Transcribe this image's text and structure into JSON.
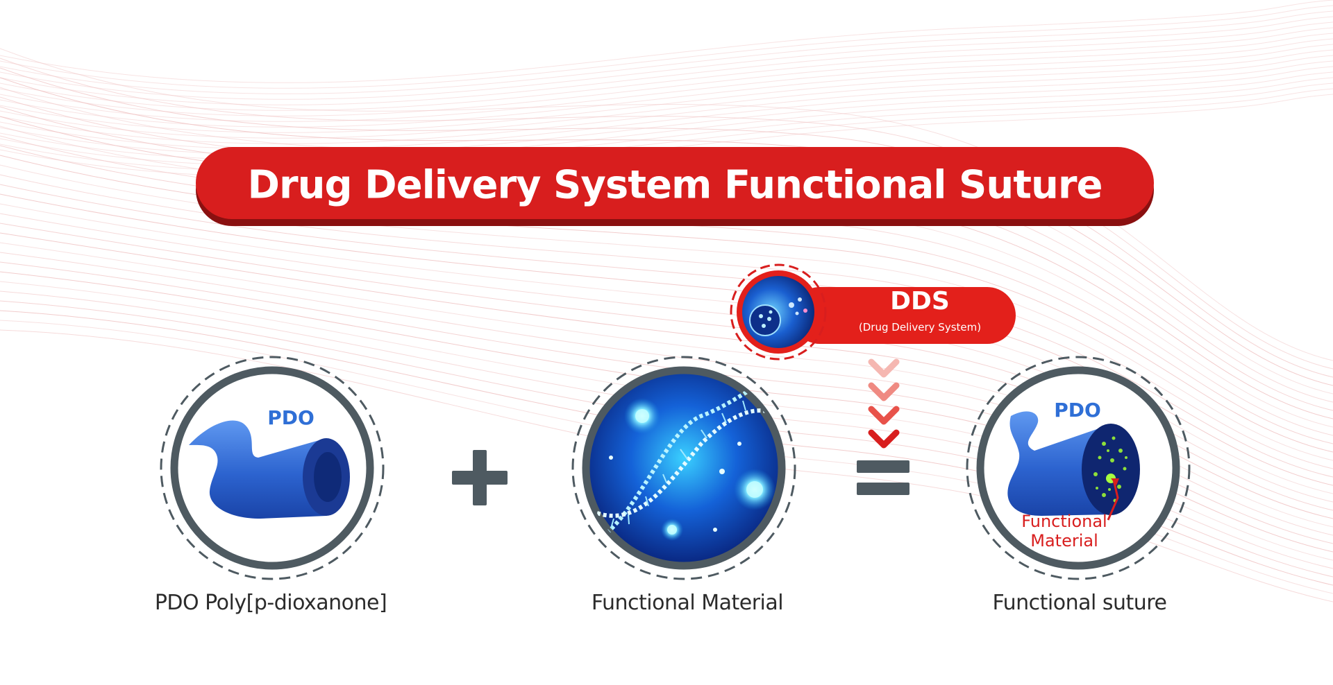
{
  "title": "Drug Delivery System Functional Suture",
  "dds": {
    "abbr": "DDS",
    "full": "(Drug Delivery System)"
  },
  "items": [
    {
      "inner_text": "PDO",
      "caption": "PDO Poly[p-dioxanone]"
    },
    {
      "caption": "Functional Material"
    },
    {
      "inner_text": "PDO",
      "annotation_line1": "Functional",
      "annotation_line2": "Material",
      "caption": "Functional  suture"
    }
  ],
  "operators": [
    "+",
    "="
  ],
  "colors": {
    "brand_red": "#d81e1e",
    "dark_red": "#8a1010",
    "ring_gray": "#4e5a61",
    "pdo_blue": "#2f6fd6",
    "text_dark": "#2b2b2b",
    "dot_green": "#8ee03a"
  }
}
